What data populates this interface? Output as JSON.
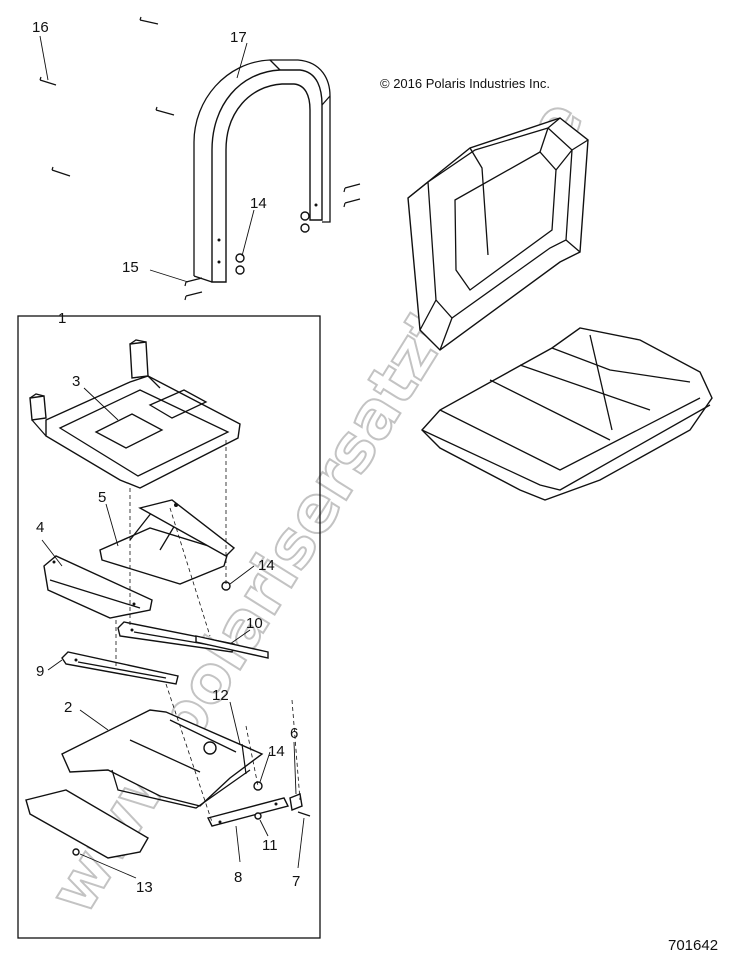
{
  "copyright": "© 2016 Polaris Industries Inc.",
  "document_number": "701642",
  "watermark": "www.polarisersatzteile.de",
  "callouts": {
    "c1": "1",
    "c2": "2",
    "c3": "3",
    "c4": "4",
    "c5": "5",
    "c6": "6",
    "c7": "7",
    "c8": "8",
    "c9": "9",
    "c10": "10",
    "c11": "11",
    "c12": "12",
    "c13": "13",
    "c14a": "14",
    "c14b": "14",
    "c14c": "14",
    "c15": "15",
    "c16": "16",
    "c17": "17"
  }
}
